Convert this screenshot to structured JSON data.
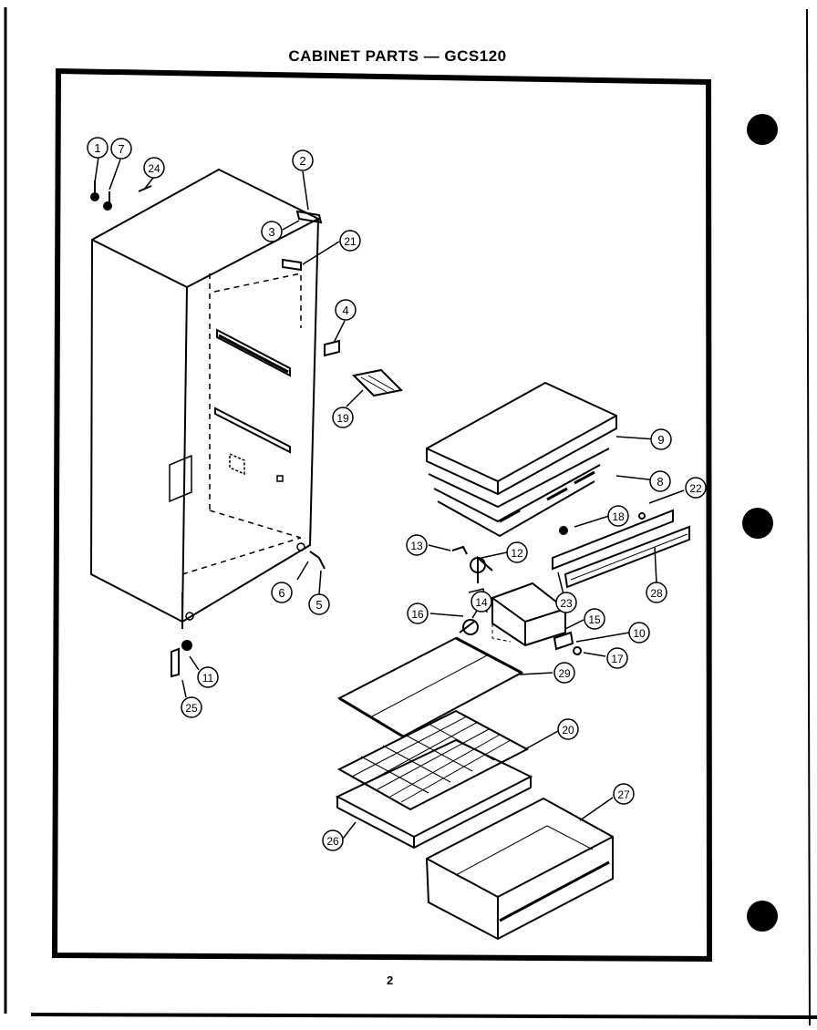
{
  "header": {
    "title": "CABINET PARTS — GCS120"
  },
  "footer": {
    "page_number": "2"
  },
  "callouts": [
    "1",
    "7",
    "24",
    "2",
    "3",
    "21",
    "4",
    "19",
    "6",
    "5",
    "11",
    "25",
    "9",
    "8",
    "22",
    "18",
    "13",
    "12",
    "23",
    "28",
    "14",
    "16",
    "15",
    "10",
    "17",
    "29",
    "20",
    "27",
    "26"
  ]
}
